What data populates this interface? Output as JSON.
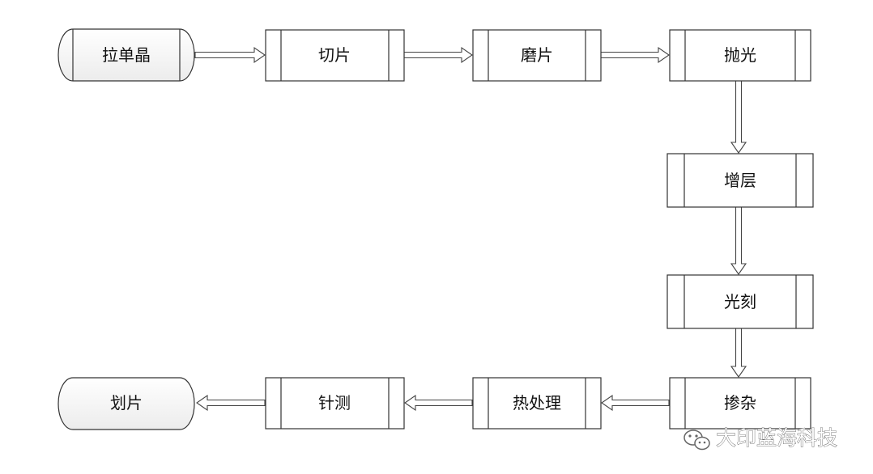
{
  "flowchart": {
    "nodes": [
      {
        "id": "n1",
        "label": "拉单晶",
        "shape": "terminator"
      },
      {
        "id": "n2",
        "label": "切片",
        "shape": "process"
      },
      {
        "id": "n3",
        "label": "磨片",
        "shape": "process"
      },
      {
        "id": "n4",
        "label": "抛光",
        "shape": "process"
      },
      {
        "id": "n5",
        "label": "增层",
        "shape": "process"
      },
      {
        "id": "n6",
        "label": "光刻",
        "shape": "process"
      },
      {
        "id": "n7",
        "label": "掺杂",
        "shape": "process"
      },
      {
        "id": "n8",
        "label": "热处理",
        "shape": "process"
      },
      {
        "id": "n9",
        "label": "针测",
        "shape": "process"
      },
      {
        "id": "n10",
        "label": "划片",
        "shape": "terminator"
      }
    ],
    "edges": [
      {
        "from": "n1",
        "to": "n2"
      },
      {
        "from": "n2",
        "to": "n3"
      },
      {
        "from": "n3",
        "to": "n4"
      },
      {
        "from": "n4",
        "to": "n5"
      },
      {
        "from": "n5",
        "to": "n6"
      },
      {
        "from": "n6",
        "to": "n7"
      },
      {
        "from": "n7",
        "to": "n8"
      },
      {
        "from": "n8",
        "to": "n9"
      },
      {
        "from": "n9",
        "to": "n10"
      }
    ]
  },
  "watermark": {
    "text": "大印蓝海科技",
    "icon": "wechat-icon"
  },
  "colors": {
    "stroke": "#333333",
    "fill": "#ffffff",
    "text": "#111111"
  }
}
